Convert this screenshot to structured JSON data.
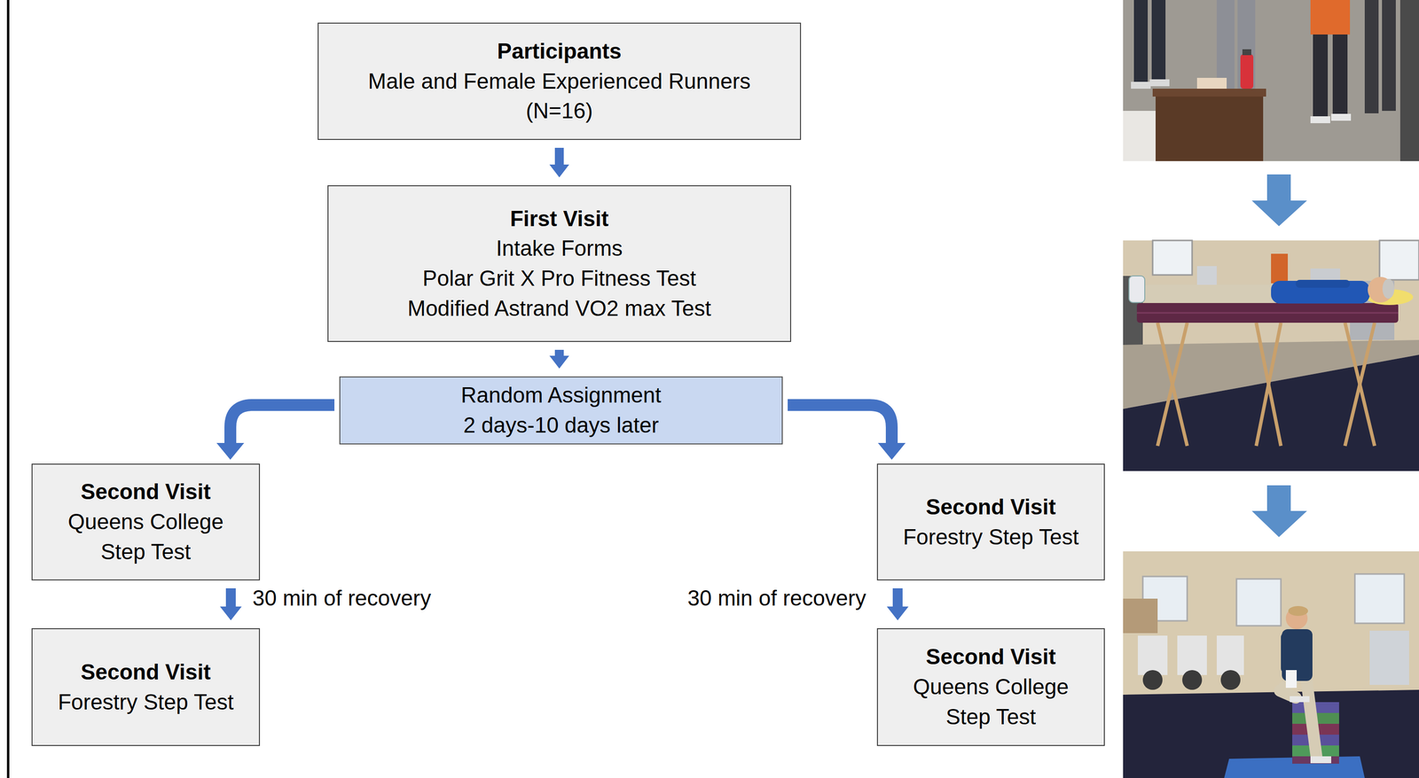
{
  "diagram": {
    "nodes": [
      {
        "text": [
          "Participants",
          "Male and Female Experienced Runners (N=16)"
        ]
      },
      {
        "text": [
          "First Visit",
          "Intake Forms",
          "Polar Grit X Pro Fitness Test",
          "Modified Astrand VO2 max Test"
        ]
      },
      {
        "text": [
          "Random Assignment",
          "2 days-10 days later"
        ]
      },
      {
        "text": [
          "Second Visit",
          "Queens College Step Test"
        ]
      },
      {
        "text": [
          "Second Visit",
          "Forestry Step Test"
        ]
      },
      {
        "text": [
          "Second Visit",
          "Forestry Step Test"
        ]
      },
      {
        "text": [
          "Second Visit",
          "Queens College Step Test"
        ]
      }
    ],
    "edges": [
      {
        "from": 0,
        "to": 1,
        "arrow": "to"
      },
      {
        "from": 1,
        "to": 2,
        "arrow": "to"
      },
      {
        "from": 2,
        "to": 3,
        "arrow": "to"
      },
      {
        "from": 2,
        "to": 4,
        "arrow": "to"
      },
      {
        "from": 3,
        "to": 5,
        "arrow": "to",
        "label": "30 min of recovery"
      },
      {
        "from": 4,
        "to": 6,
        "arrow": "to",
        "label": "30 min of recovery"
      }
    ]
  }
}
